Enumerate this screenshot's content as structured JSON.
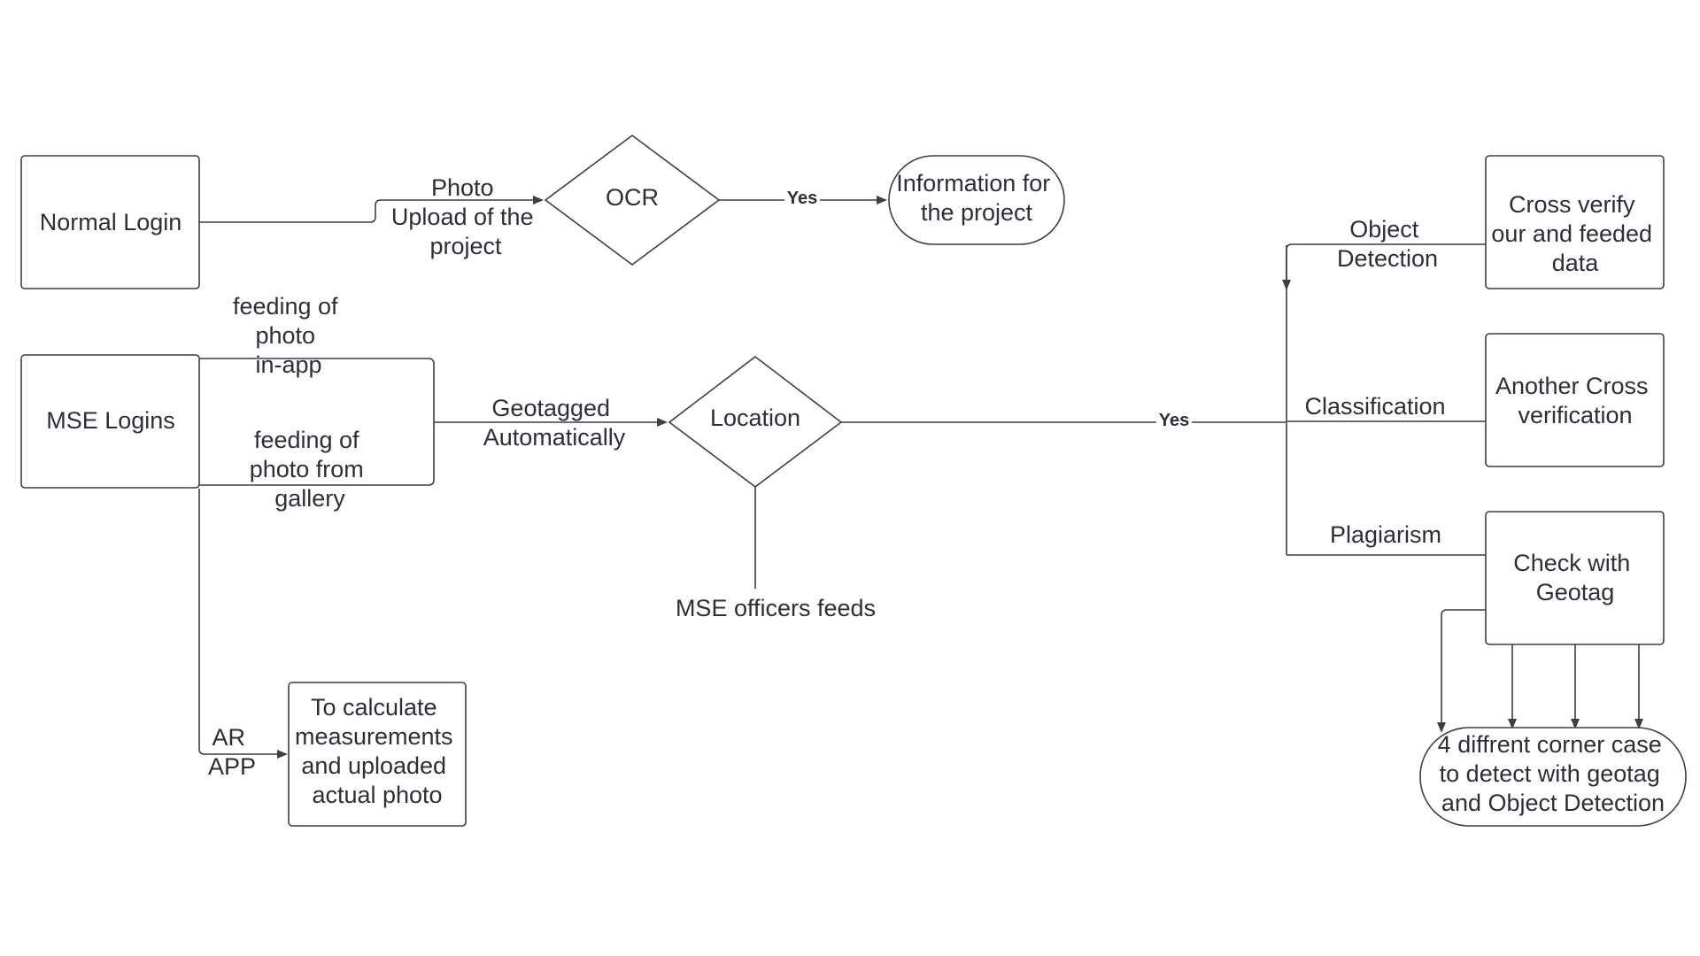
{
  "nodes": {
    "normal_login": [
      "Normal Login"
    ],
    "ocr": [
      "OCR"
    ],
    "info_project": [
      "Information for",
      "the project"
    ],
    "mse_logins": [
      "MSE Logins"
    ],
    "location": [
      "Location"
    ],
    "ar_result": [
      "To calculate",
      "measurements",
      "and uploaded",
      "actual  photo"
    ],
    "cross_verify": [
      "Cross verify",
      "our and feeded",
      "data"
    ],
    "another_cross": [
      "Another Cross",
      "verification"
    ],
    "check_geotag": [
      "Check with",
      "Geotag"
    ],
    "corner_case": [
      "4 diffrent corner case",
      "to detect with geotag",
      "and Object Detection"
    ]
  },
  "labels": {
    "photo_upload": [
      "Photo",
      "Upload of the",
      "project"
    ],
    "ocr_yes": "Yes",
    "feeding_in_app": [
      "feeding of",
      "photo",
      "in-app"
    ],
    "feeding_gallery": [
      "feeding of",
      "photo from",
      "gallery"
    ],
    "geotagged": [
      "Geotagged",
      "Automatically"
    ],
    "location_yes": "Yes",
    "mse_officers": "MSE officers feeds",
    "ar_app": [
      "AR",
      "APP"
    ],
    "object_detection": [
      "Object",
      "Detection"
    ],
    "classification": "Classification",
    "plagiarism": "Plagiarism"
  },
  "colors": {
    "stroke": "#3a3f48",
    "text": "#2b3038",
    "background": "#ffffff"
  }
}
